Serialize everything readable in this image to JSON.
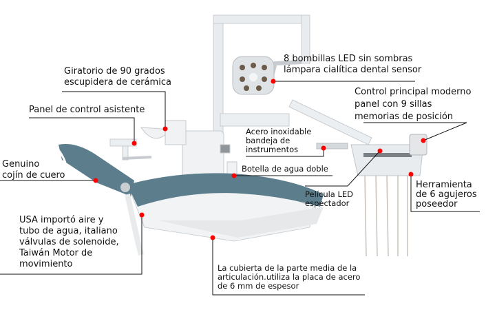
{
  "labels": {
    "spittoon": [
      "Giratorio de 90 grados",
      "escupidera de cerámica"
    ],
    "assistant_panel": [
      "Panel de control asistente"
    ],
    "cushion": [
      "Genuino",
      "cojín de cuero"
    ],
    "valves": [
      "USA importó aire y",
      "tubo de agua, italiano",
      "válvulas de solenoide,",
      "Taiwán Motor de",
      "movimiento"
    ],
    "cover": [
      "La cubierta de la parte media de la",
      "articulación.utiliza la placa de acero",
      "de 6 mm de espesor"
    ],
    "lamp": [
      "8 bombillas LED sin sombras",
      "lámpara cialítica dental sensor"
    ],
    "control": [
      "Control principal moderno",
      "panel con 9 sillas",
      "memorias de posición"
    ],
    "tray": [
      "Acero inoxidable",
      "bandeja de",
      "instrumentos"
    ],
    "bottle": [
      "Botella de agua doble"
    ],
    "led_film": [
      "Película LED",
      "espectador"
    ],
    "holder": [
      "Herramienta",
      "de 6 agujeros",
      "poseedor"
    ]
  },
  "colors": {
    "marker": "#ff0000",
    "upholstery": "#5b7d8c",
    "body": "#eef0f2"
  }
}
